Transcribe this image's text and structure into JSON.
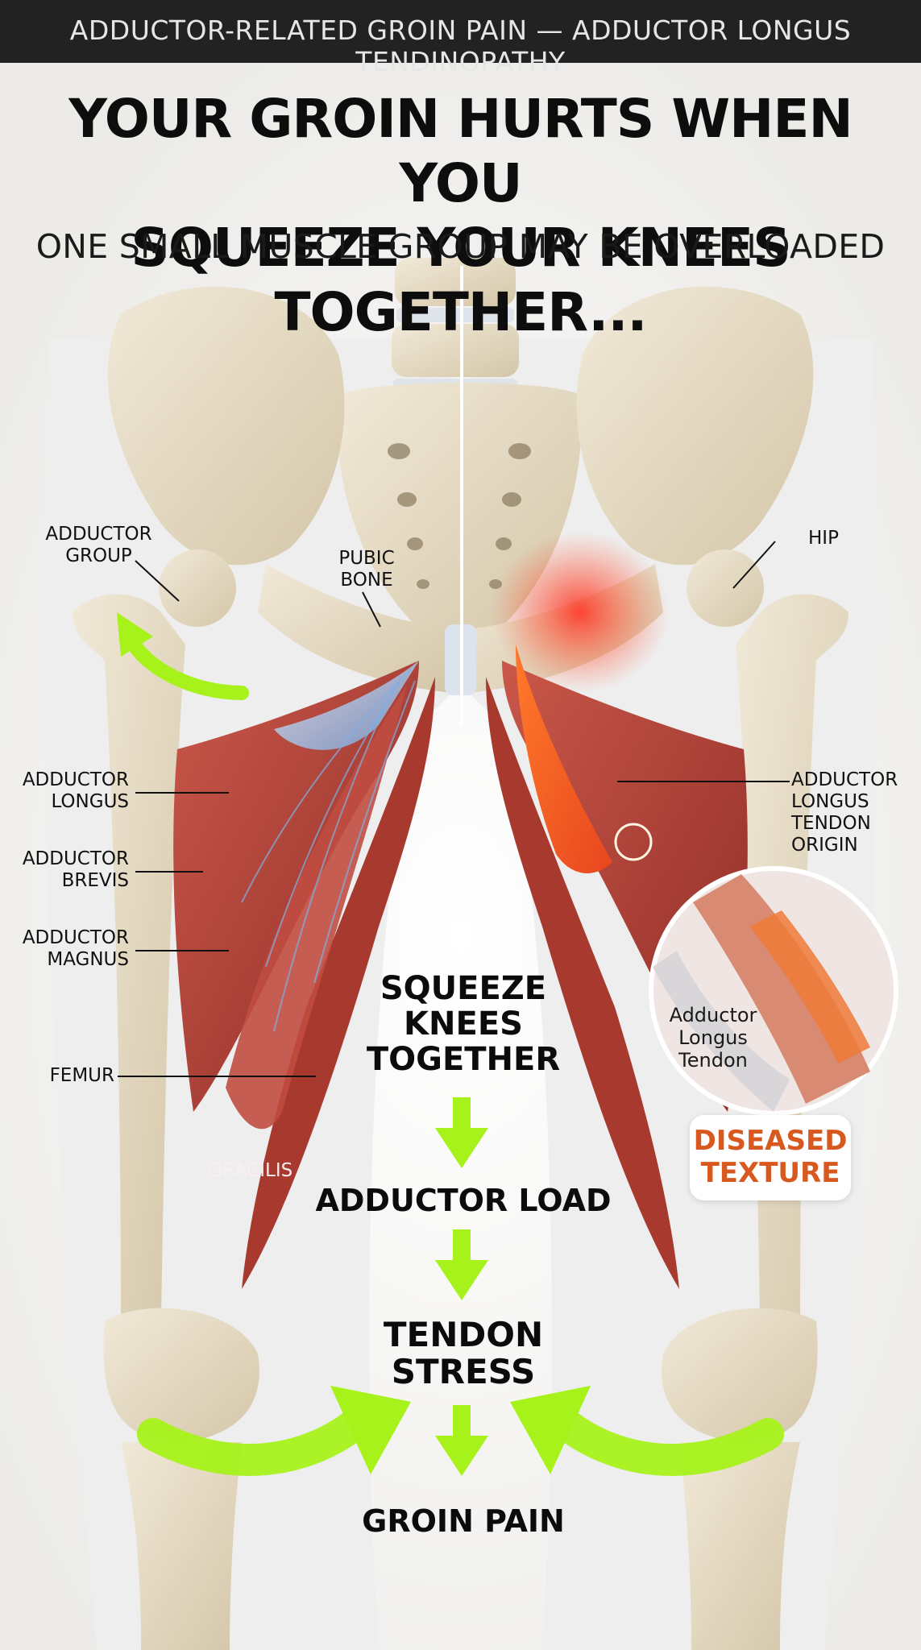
{
  "header": {
    "topic": "ADDUCTOR-RELATED GROIN PAIN — ADDUCTOR LONGUS TENDINOPATHY",
    "headline_line1": "YOUR GROIN HURTS WHEN YOU",
    "headline_line2": "SQUEEZE YOUR KNEES TOGETHER...",
    "subheadline": "ONE SMALL MUSCLE GROUP MAY BE OVERLOADED"
  },
  "labels": {
    "adductor_group": [
      "ADDUCTOR",
      "GROUP"
    ],
    "pubic_bone": [
      "PUBIC",
      "BONE"
    ],
    "hip": "HIP",
    "adductor_longus": [
      "ADDUCTOR",
      "LONGUS"
    ],
    "adductor_brevis": [
      "ADDUCTOR",
      "BREVIS"
    ],
    "adductor_magnus": [
      "ADDUCTOR",
      "MAGNUS"
    ],
    "femur": "FEMUR",
    "gracilis": "GRACILIS",
    "tendon_origin": [
      "ADDUCTOR",
      "LONGUS",
      "TENDON",
      "ORIGIN"
    ],
    "zoom_tendon": [
      "Adductor",
      "Longus",
      "Tendon"
    ],
    "diseased": [
      "DISEASED",
      "TEXTURE"
    ]
  },
  "flow": {
    "step1": [
      "SQUEEZE",
      "KNEES",
      "TOGETHER"
    ],
    "step2": "ADDUCTOR LOAD",
    "step3": [
      "TENDON",
      "STRESS"
    ],
    "step4": "GROIN PAIN"
  },
  "colors": {
    "bone": "#e6dcc8",
    "muscle": "#b8443a",
    "arrow": "#a6f21a",
    "pain": "#ff2a1a",
    "tendon_blue": "#6f9fd8",
    "diseased_text": "#d8591f"
  }
}
